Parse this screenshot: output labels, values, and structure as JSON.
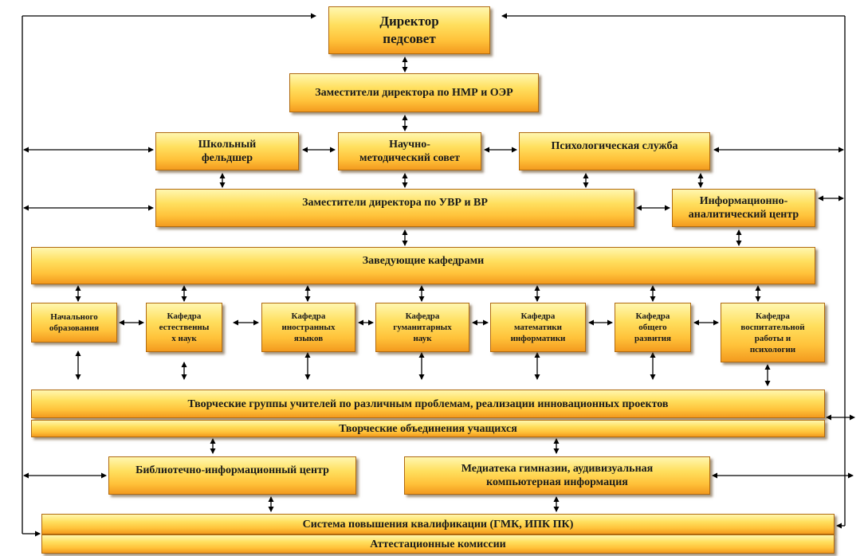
{
  "boxes": {
    "director": "Директор\nпедсовет",
    "deputy_nmr": "Заместители директора по НМР и ОЭР",
    "medic": "Школьный\nфельдшер",
    "sci_council": "Научно-\nметодический совет",
    "psych": "Психологическая служба",
    "deputy_uvr": "Заместители директора по УВР и ВР",
    "info_center": "Информационно-\nаналитический центр",
    "heads": "Заведующие кафедрами",
    "dept_primary": "Начального\nобразования",
    "dept_natural": "Кафедра\nестественны\nх наук",
    "dept_foreign": "Кафедра\nиностранных\nязыков",
    "dept_humanities": "Кафедра\nгуманитарных\nнаук",
    "dept_math": "Кафедра\nматематики\nинформатики",
    "dept_general": "Кафедра\nобщего\nразвития",
    "dept_upbringing": "Кафедра\nвоспитательной\nработы и\nпсихологии",
    "creative_groups": "Творческие группы учителей по различным проблемам, реализации инновационных проектов",
    "student_assoc": "Творческие объединения учащихся",
    "library": "Библиотечно-информационный центр",
    "media": "Медиатека гимназии, аудивизуальная\nкомпьютерная информация",
    "qualification": "Система повышения квалификации  (ГМК, ИПК ПК)",
    "attestation": "Аттестационные комиссии"
  },
  "colors": {
    "box_light": "#fff7b0",
    "box_mid": "#ffc23a",
    "box_dark": "#f39a1e",
    "line": "#000000"
  }
}
